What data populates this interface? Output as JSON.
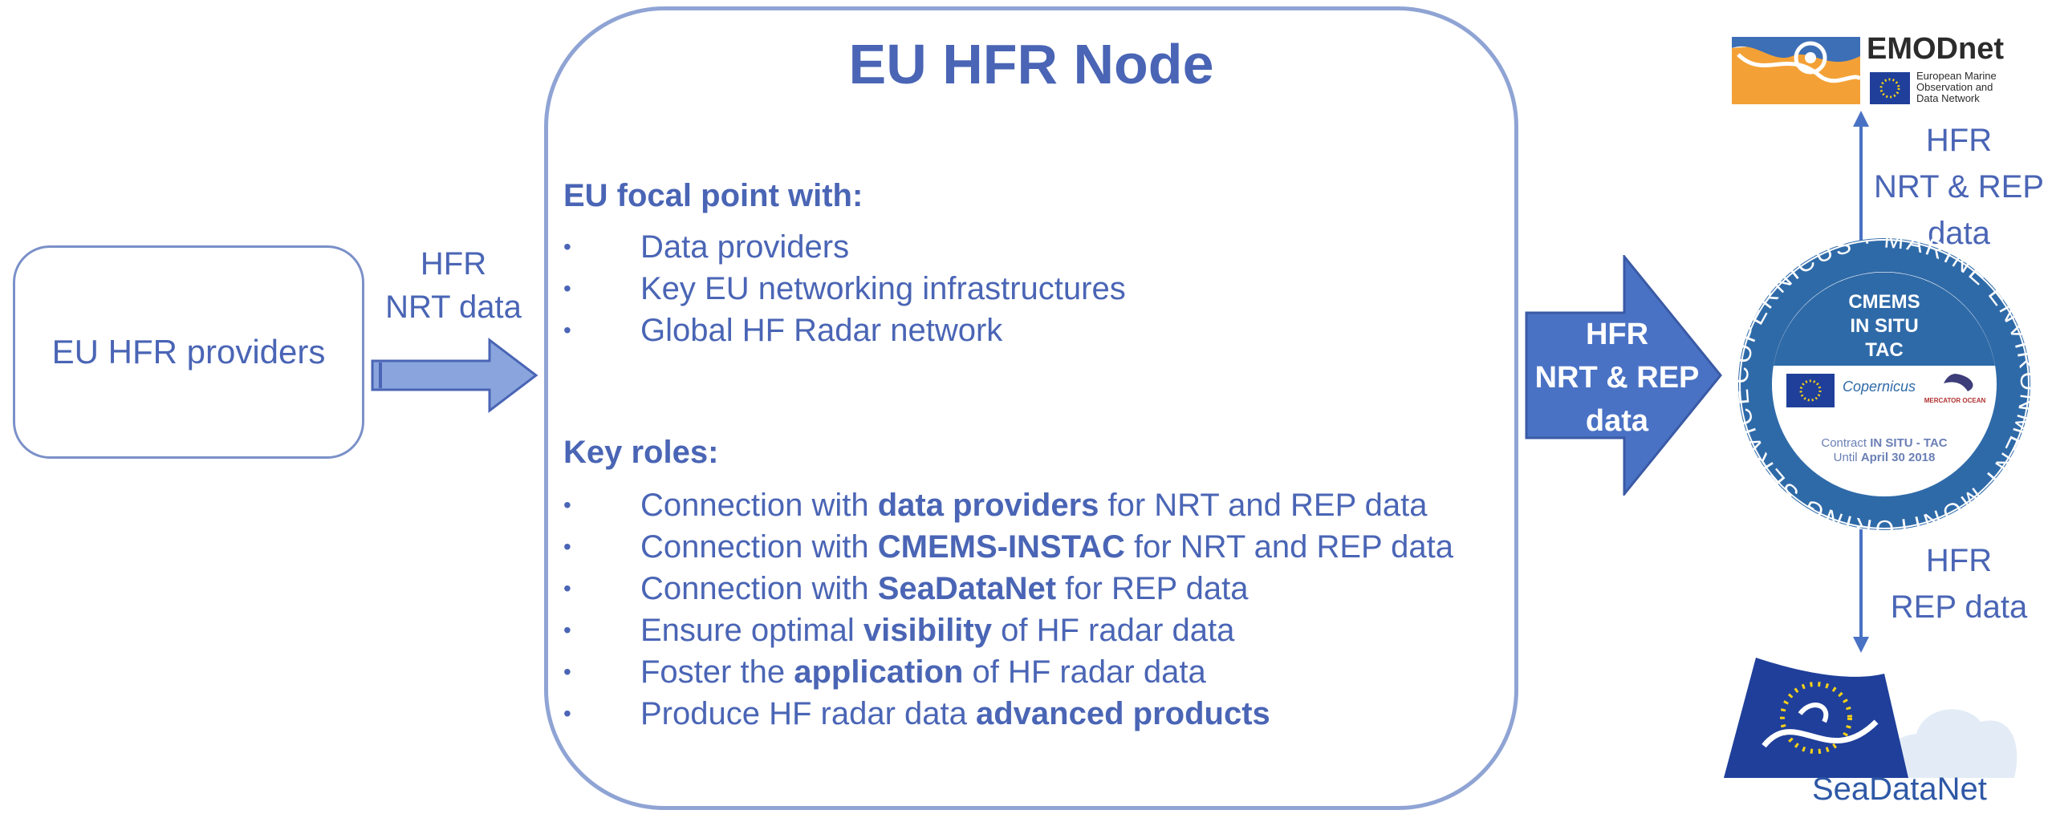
{
  "providers": {
    "label": "EU HFR providers"
  },
  "left_arrow_label": [
    "HFR",
    "NRT data"
  ],
  "node": {
    "title": "EU HFR Node",
    "focal_header": "EU focal point with:",
    "focal_items": [
      "Data providers",
      "Key EU networking infrastructures",
      "Global HF Radar network"
    ],
    "roles_header": "Key roles:",
    "roles": [
      [
        {
          "t": "Connection  with ",
          "b": false
        },
        {
          "t": "data providers",
          "b": true
        },
        {
          "t": " for NRT and REP data",
          "b": false
        }
      ],
      [
        {
          "t": "Connection  with ",
          "b": false
        },
        {
          "t": "CMEMS-INSTAC",
          "b": true
        },
        {
          "t": " for NRT and REP data",
          "b": false
        }
      ],
      [
        {
          "t": "Connection  with ",
          "b": false
        },
        {
          "t": "SeaDataNet",
          "b": true
        },
        {
          "t": " for REP data",
          "b": false
        }
      ],
      [
        {
          "t": "Ensure optimal ",
          "b": false
        },
        {
          "t": "visibility",
          "b": true
        },
        {
          "t": " of HF radar data",
          "b": false
        }
      ],
      [
        {
          "t": "Foster the ",
          "b": false
        },
        {
          "t": "application",
          "b": true
        },
        {
          "t": " of HF radar data",
          "b": false
        }
      ],
      [
        {
          "t": "Produce HF radar data ",
          "b": false
        },
        {
          "t": "advanced products",
          "b": true
        }
      ]
    ]
  },
  "big_arrow_label": [
    "HFR",
    "NRT & REP",
    "data"
  ],
  "emodnet": {
    "name": "EMODnet",
    "sub": [
      "European Marine",
      "Observation and",
      "Data Network"
    ]
  },
  "up_arrow_label": [
    "HFR",
    "NRT & REP",
    "data"
  ],
  "down_arrow_label": [
    "HFR",
    "REP data"
  ],
  "cmems": {
    "ring_text": "COPERNICUS · MARINE ENVIRONMENT MONITORING SERVICE ·",
    "center": [
      "CMEMS",
      "IN SITU",
      "TAC"
    ],
    "copernicus_logo": "Copernicus",
    "mercator_logo": "MERCATOR OCEAN",
    "contract_prefix": "Contract ",
    "contract_bold": "IN SITU - TAC",
    "until_prefix": "Until ",
    "until_bold": "April 30 2018"
  },
  "seadatanet": {
    "name": "SeaDataNet"
  },
  "colors": {
    "text_blue": "#4a65b5",
    "arrow_fill": "#4a72c4",
    "box_border": "#8fa4d4",
    "emodnet_orange": "#f3a136",
    "cmems_blue": "#2f6aa8"
  }
}
